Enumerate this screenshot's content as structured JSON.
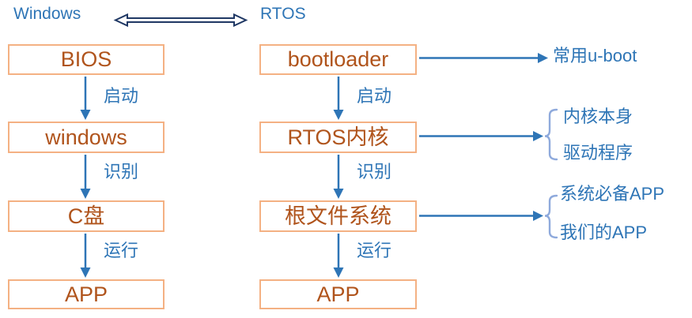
{
  "diagram": {
    "title_left": "Windows",
    "title_right": "RTOS",
    "left_column": {
      "boxes": [
        {
          "label": "BIOS"
        },
        {
          "label": "windows"
        },
        {
          "label": "C盘"
        },
        {
          "label": "APP"
        }
      ],
      "arrow_labels": [
        "启动",
        "识别",
        "运行"
      ]
    },
    "right_column": {
      "boxes": [
        {
          "label": "bootloader"
        },
        {
          "label": "RTOS内核"
        },
        {
          "label": "根文件系统"
        },
        {
          "label": "APP"
        }
      ],
      "arrow_labels": [
        "启动",
        "识别",
        "运行"
      ]
    },
    "annotations": {
      "bootloader_note": "常用u-boot",
      "kernel_notes": [
        "内核本身",
        "驱动程序"
      ],
      "rootfs_notes": [
        "系统必备APP",
        "我们的APP"
      ]
    },
    "colors": {
      "box_border": "#F4B183",
      "box_text": "#B0541C",
      "blue_text": "#2E75B6",
      "flow_arrow": "#2E75B6",
      "double_arrow": "#1F3864",
      "brace": "#8FAADC"
    }
  }
}
